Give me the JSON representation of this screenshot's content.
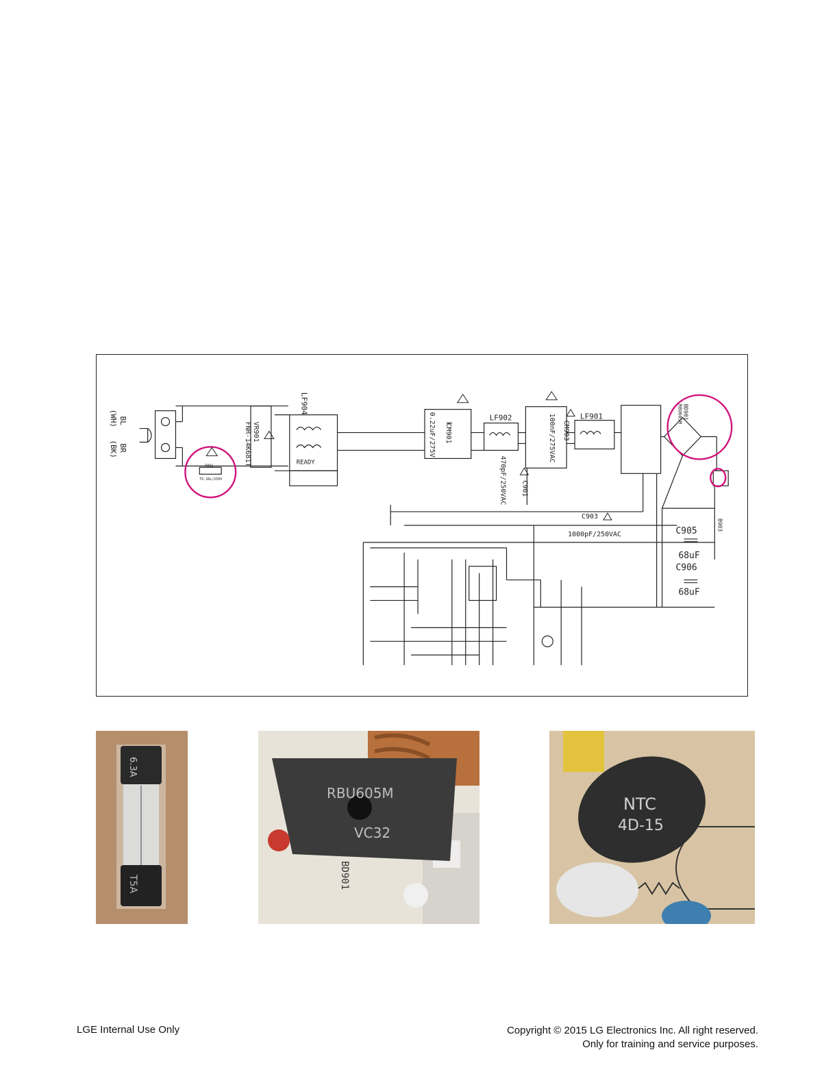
{
  "schematic": {
    "labels": {
      "lf904": "LF904",
      "lf902": "LF902",
      "lf901": "LF901",
      "vr901": "VR901",
      "vr901_part": "FNR-14K681T",
      "ready": "READY",
      "cm901": "CM901",
      "cm901_value": "0.22uF/275V",
      "cm903": "CM903",
      "cm903_value": "100nF/275VAC",
      "c901": "C901",
      "c901_value": "470pF/250VAC",
      "c903": "C903",
      "c903_value": "1000pF/250VAC",
      "c905": "C905",
      "c905_value": "68uF",
      "c906": "C906",
      "c906_value": "68uF",
      "bd901": "BD901",
      "bd901_part": "RBU605M",
      "b903": "B903",
      "bl": "BL",
      "wh": "(WH)",
      "br": "BR",
      "bk": "(BK)",
      "fuse_label": "F901",
      "fuse_value": "T6.3AL/250V"
    }
  },
  "photos": {
    "fuse_text_top": "6.3A",
    "fuse_text_bottom": "T5A",
    "bridge_part": "RBU605M",
    "bridge_code": "VC32",
    "bridge_ref": "BD901",
    "ntc_line1": "NTC",
    "ntc_line2": "4D-15"
  },
  "footer": {
    "left": "LGE Internal Use Only",
    "right_line1": "Copyright © 2015 LG Electronics Inc. All right reserved.",
    "right_line2": "Only for training and service purposes."
  }
}
